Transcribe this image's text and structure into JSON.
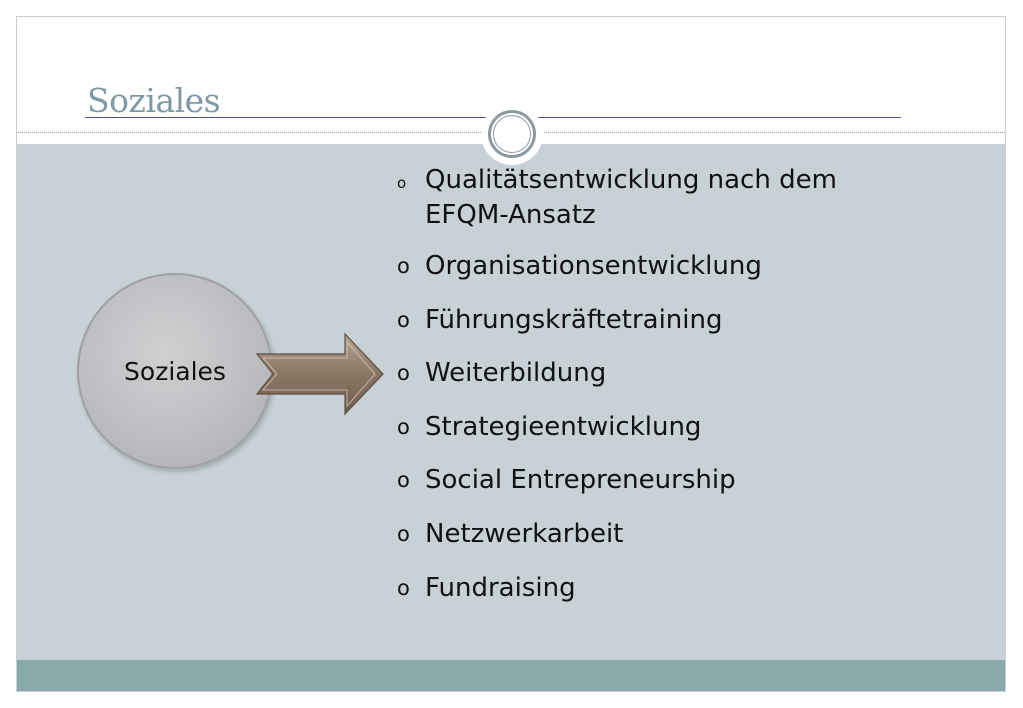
{
  "slide": {
    "title": "Soziales",
    "center_label": "Soziales",
    "bullet_glyph": "o",
    "items": [
      "Qualitätsentwicklung nach dem EFQM-Ansatz",
      "Organisationsentwicklung",
      "Führungskräftetraining",
      "Weiterbildung",
      "Strategieentwicklung",
      "Social Entrepreneurship",
      "Netzwerkarbeit",
      "Fundraising"
    ]
  },
  "colors": {
    "title": "#7f9aa5",
    "content_band": "#c7d1d6",
    "footer_band": "#8aaaa9",
    "arrow": "#8e7a67"
  },
  "icons": {
    "ornament": "double-ring-icon",
    "arrow": "right-arrow-icon"
  }
}
